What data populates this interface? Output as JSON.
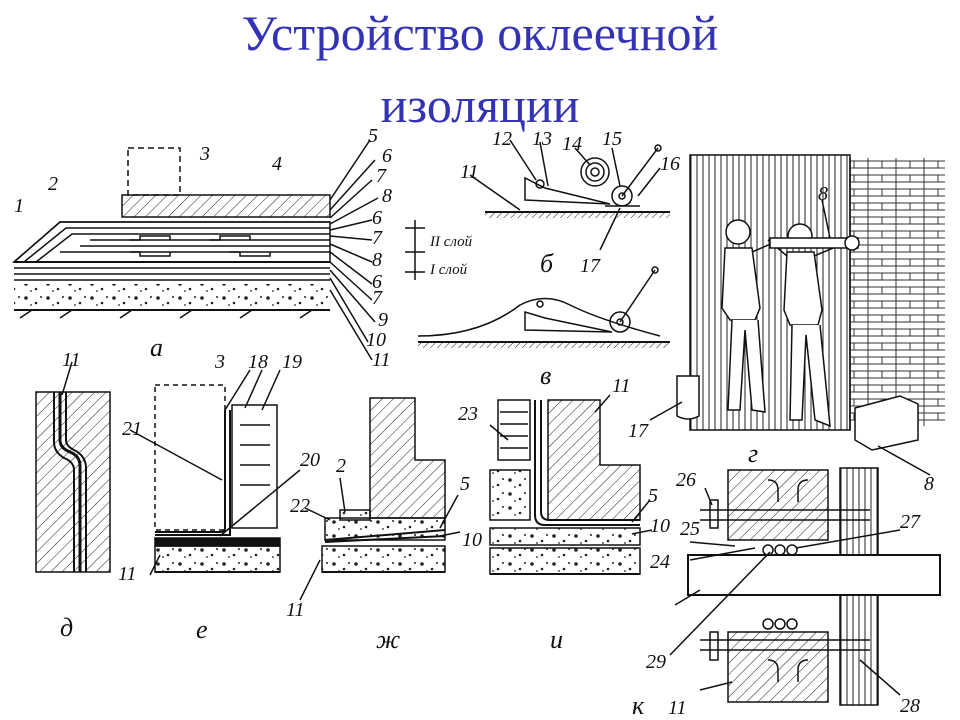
{
  "title": {
    "line1": "Устройство оклеечной",
    "line2": "изоляции"
  },
  "panels": {
    "a": "а",
    "b": "б",
    "v": "в",
    "g": "г",
    "d": "д",
    "e": "е",
    "zh": "ж",
    "i": "и",
    "k": "к"
  },
  "layers": {
    "layer2": "II слой",
    "layer1": "I слой"
  },
  "callouts": {
    "n1": "1",
    "n2": "2",
    "n3": "3",
    "n4": "4",
    "n5": "5",
    "n6": "6",
    "n7": "7",
    "n8": "8",
    "n9": "9",
    "n10": "10",
    "n11": "11",
    "n12": "12",
    "n13": "13",
    "n14": "14",
    "n15": "15",
    "n16": "16",
    "n17": "17",
    "n18": "18",
    "n19": "19",
    "n20": "20",
    "n21": "21",
    "n22": "22",
    "n23": "23",
    "n24": "24",
    "n25": "25",
    "n26": "26",
    "n27": "27",
    "n28": "28",
    "n29": "29"
  }
}
